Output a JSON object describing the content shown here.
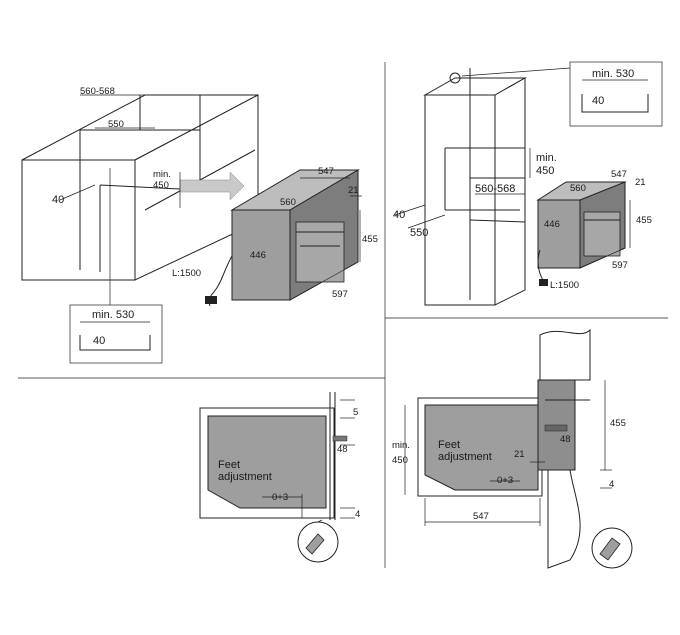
{
  "panel_top_left": {
    "width_range": "560-568",
    "depth_550": "550",
    "depth_40": "40",
    "min_height_label": "min.\n450",
    "min_height_l1": "min.",
    "min_height_l2": "450",
    "oven_depth": "547",
    "oven_side": "560",
    "oven_front": "21",
    "oven_height": "455",
    "oven_inner": "446",
    "oven_width": "597",
    "cable_length": "L:1500",
    "inset_min": "min. 530",
    "inset_40": "40"
  },
  "panel_top_right": {
    "inset_min": "min. 530",
    "inset_40": "40",
    "min_l1": "min.",
    "min_l2": "450",
    "width_range": "560-568",
    "depth_40": "40",
    "depth_550": "550",
    "oven_depth": "547",
    "oven_side": "560",
    "oven_front": "21",
    "oven_inner": "446",
    "oven_height": "455",
    "oven_width": "597",
    "cable_length": "L:1500"
  },
  "panel_bottom_left": {
    "feet_l1": "Feet",
    "feet_l2": "adjustment",
    "feet_value": "0+3",
    "gap_top": "5",
    "gap_48": "48",
    "gap_bottom": "4"
  },
  "panel_bottom_right": {
    "feet_l1": "Feet",
    "feet_l2": "adjustment",
    "feet_value": "0+3",
    "min_l1": "min.",
    "min_l2": "450",
    "dim_21": "21",
    "dim_48": "48",
    "dim_455": "455",
    "dim_4": "4",
    "dim_547": "547"
  }
}
